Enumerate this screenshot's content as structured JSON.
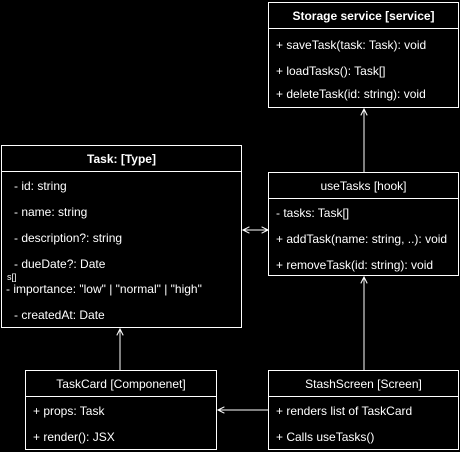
{
  "colors": {
    "background": "#000000",
    "stroke": "#ffffff",
    "text": "#ffffff"
  },
  "storage": {
    "title": "Storage service [service]",
    "members": [
      "+ saveTask(task: Task): void",
      "+ loadTasks(): Task[]",
      "+ deleteTask(id: string): void"
    ]
  },
  "task": {
    "title": "Task: [Type]",
    "members": [
      "-  id: string",
      "- name: string",
      "- description?: string",
      "- dueDate?: Date",
      "- importance: \"low\" | \"normal\" | \"high\"",
      "- createdAt: Date"
    ],
    "overlap_note": "s[]"
  },
  "use_tasks": {
    "title": "useTasks [hook]",
    "members": [
      "- tasks: Task[]",
      "+ addTask(name: string, ..): void",
      "+ removeTask(id: string): void"
    ]
  },
  "task_card": {
    "title": "TaskCard [Componenet]",
    "members": [
      "+ props: Task",
      "+ render(): JSX"
    ]
  },
  "stash_screen": {
    "title": "StashScreen [Screen]",
    "members": [
      "+ renders list of TaskCard",
      "+ Calls useTasks()"
    ]
  }
}
